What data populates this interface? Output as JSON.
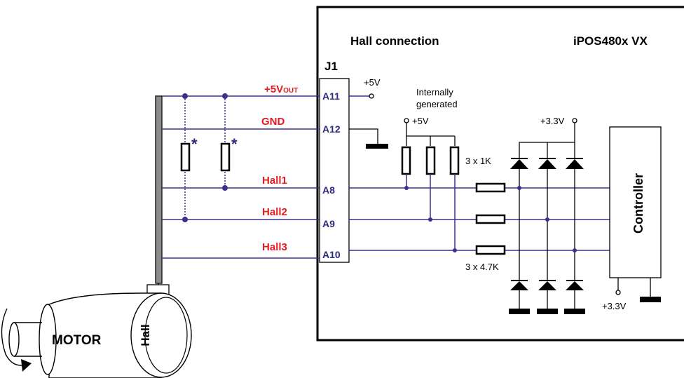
{
  "header": {
    "title_left": "Hall connection",
    "title_right": "iPOS480x VX",
    "connector": "J1"
  },
  "signals": [
    {
      "label": "+5V",
      "sub": "OUT",
      "pin": "A11"
    },
    {
      "label": "GND",
      "sub": "",
      "pin": "A12"
    },
    {
      "label": "Hall1",
      "sub": "",
      "pin": "A8"
    },
    {
      "label": "Hall2",
      "sub": "",
      "pin": "A9"
    },
    {
      "label": "Hall3",
      "sub": "",
      "pin": "A10"
    }
  ],
  "annotations": {
    "asterisk": "*",
    "plus5v": "+5V",
    "internally": "Internally",
    "generated": "generated",
    "plus5v_pullup": "+5V",
    "plus3v3_top": "+3.3V",
    "pullups": "3 x 1K",
    "series": "3 x 4.7K",
    "plus3v3_bottom": "+3.3V"
  },
  "blocks": {
    "controller": "Controller",
    "motor": "MOTOR",
    "hall": "Hall"
  },
  "colors": {
    "wire": "#3f2e8c",
    "signal_label": "#e31b23",
    "pin_label": "#2d2a7e",
    "node": "#3f2e8c"
  }
}
